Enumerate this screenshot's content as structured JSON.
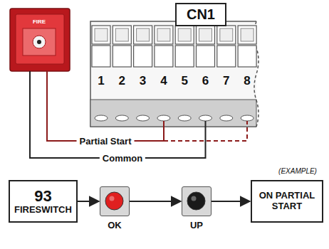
{
  "diagram": {
    "nodes": [
      {
        "text": [
          "CN1"
        ]
      },
      {
        "text": [
          "93",
          "FIRESWITCH"
        ]
      },
      {
        "text": [
          "OK"
        ]
      },
      {
        "text": [
          "UP"
        ]
      },
      {
        "text": [
          "ON PARTIAL START"
        ]
      }
    ],
    "edges": [
      {
        "from": 1,
        "to": 2,
        "arrow": "to"
      },
      {
        "from": 2,
        "to": 3,
        "arrow": "to"
      },
      {
        "from": 3,
        "to": 4,
        "arrow": "to"
      }
    ],
    "labels": [
      "FIRE",
      "1",
      "2",
      "3",
      "4",
      "5",
      "6",
      "7",
      "8",
      "Partial Start",
      "Common",
      "(EXAMPLE)"
    ]
  }
}
